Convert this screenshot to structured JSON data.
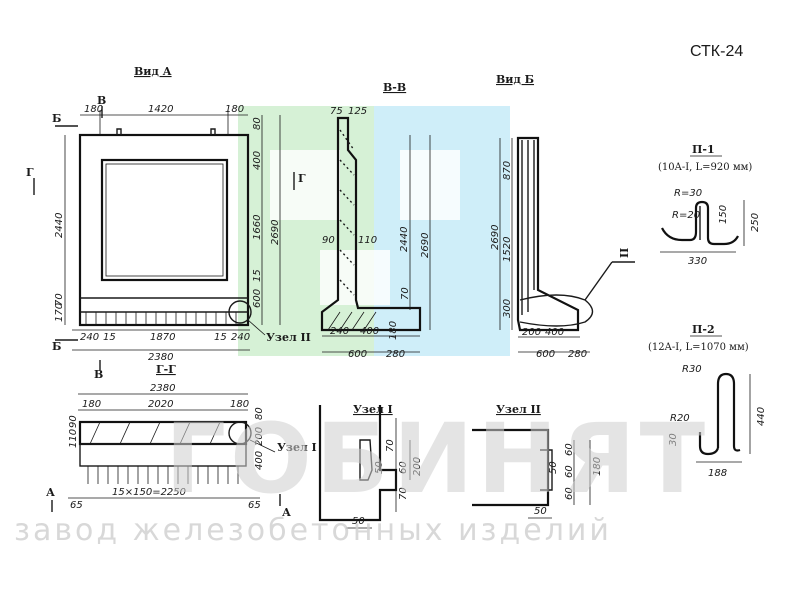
{
  "sheet": {
    "code": "СТК-24",
    "views": {
      "vid_a": "Вид А",
      "section_vv": "В-В",
      "vid_b": "Вид Б",
      "section_gg": "Г-Г",
      "node_1": "Узел I",
      "node_2": "Узел II",
      "node_2_callout": "Узел II",
      "node_1_callout": "Узел I",
      "roman_2": "II"
    },
    "markers": {
      "b": "Б",
      "v": "В",
      "g": "Г",
      "a": "А"
    },
    "rebar": {
      "p1_title": "П-1",
      "p1_spec": "(10A-I, L=920 мм)",
      "p2_title": "П-2",
      "p2_spec": "(12A-I, L=1070 мм)",
      "p1_dims": [
        "R=30",
        "R=20",
        "150",
        "250",
        "330"
      ],
      "p2_dims": [
        "R30",
        "R20",
        "30",
        "440",
        "188"
      ]
    },
    "vid_a_dims": {
      "top": [
        "180",
        "1420",
        "180"
      ],
      "left": [
        "2440",
        "170",
        "70"
      ],
      "right": [
        "80",
        "400",
        "1660",
        "2690",
        "15",
        "600"
      ],
      "bottom": [
        "240",
        "15",
        "1870",
        "15",
        "240",
        "2380"
      ]
    },
    "section_vv_dims": [
      "75",
      "125",
      "90",
      "110",
      "2440",
      "2690",
      "70",
      "240",
      "400",
      "180",
      "600",
      "280"
    ],
    "vid_b_dims": [
      "870",
      "2690",
      "1520",
      "300",
      "200",
      "400",
      "600",
      "280"
    ],
    "section_gg_dims": [
      "2380",
      "180",
      "2020",
      "180",
      "110",
      "90",
      "80",
      "200",
      "400",
      "65",
      "15×150=2250",
      "65"
    ],
    "node_1_dims": [
      "70",
      "50",
      "60",
      "200",
      "70",
      "50"
    ],
    "node_2_dims": [
      "60",
      "50",
      "60",
      "180",
      "60",
      "50"
    ],
    "watermark": {
      "logo": "ГОБИНЯТ",
      "factory": "завод железобетонных изделий"
    },
    "colors": {
      "ink": "#1a1a1a",
      "watermark_green": "#c8ecc8",
      "watermark_blue": "#bfe8f7",
      "watermark_gray": "#cfcfcf"
    }
  }
}
